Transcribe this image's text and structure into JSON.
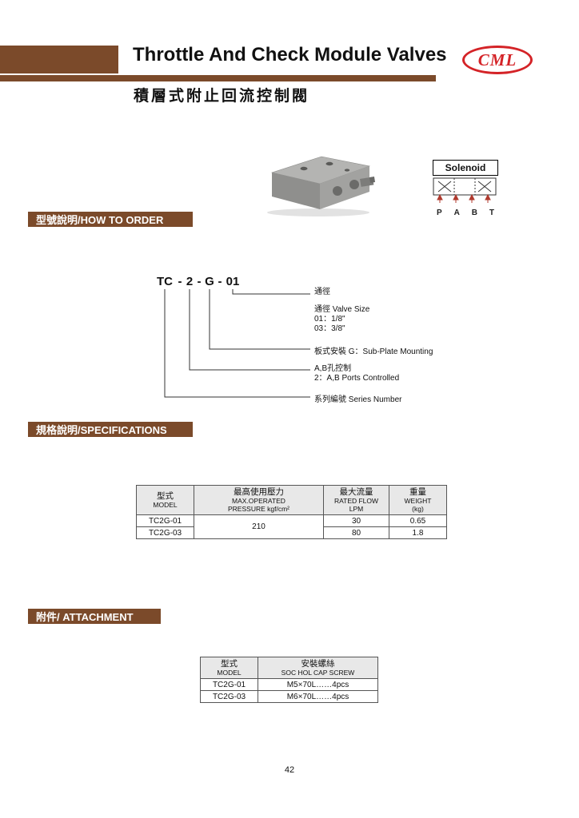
{
  "colors": {
    "brown": "#7b4a2a",
    "logo_red": "#d42327"
  },
  "header": {
    "title": "Throttle And Check Module Valves",
    "subtitle": "積層式附止回流控制閥",
    "logo_text": "CML"
  },
  "solenoid": {
    "label": "Solenoid",
    "ports": [
      "P",
      "A",
      "B",
      "T"
    ]
  },
  "sections": {
    "how_to_order": "型號說明/HOW TO ORDER",
    "specifications": "規格說明/SPECIFICATIONS",
    "attachment": "附件/ ATTACHMENT"
  },
  "order": {
    "parts": [
      "TC",
      "2",
      "G",
      "01"
    ],
    "separator": "-",
    "labels": {
      "size_tag": "通徑",
      "size_title": "通徑  Valve Size",
      "size_opt1": "01：1/8\"",
      "size_opt2": "03：3/8\"",
      "mounting": "板式安裝  G：Sub-Plate Mounting",
      "ports_zh": "A,B孔控制",
      "ports_en": "2：A,B Ports Controlled",
      "series": "系列編號  Series Number"
    }
  },
  "spec_table": {
    "headers": {
      "model_zh": "型式",
      "model_en": "MODEL",
      "pressure_zh": "最高使用壓力",
      "pressure_en1": "MAX.OPERATED",
      "pressure_en2": "PRESSURE kgf/cm²",
      "flow_zh": "最大流量",
      "flow_en1": "RATED FLOW",
      "flow_en2": "LPM",
      "weight_zh": "重量",
      "weight_en1": "WEIGHT",
      "weight_en2": "(kg)"
    },
    "pressure_value": "210",
    "rows": [
      {
        "model": "TC2G-01",
        "flow": "30",
        "weight": "0.65"
      },
      {
        "model": "TC2G-03",
        "flow": "80",
        "weight": "1.8"
      }
    ]
  },
  "attachment_table": {
    "headers": {
      "model_zh": "型式",
      "model_en": "MODEL",
      "screw_zh": "安裝螺絲",
      "screw_en": "SOC HOL CAP SCREW"
    },
    "rows": [
      {
        "model": "TC2G-01",
        "screw": "M5×70L……4pcs"
      },
      {
        "model": "TC2G-03",
        "screw": "M6×70L……4pcs"
      }
    ]
  },
  "page_number": "42"
}
